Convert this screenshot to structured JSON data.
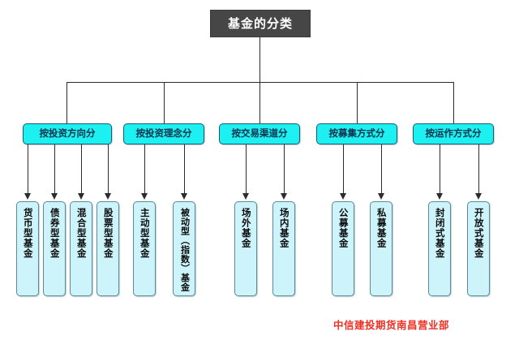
{
  "diagram": {
    "root": {
      "label": "基金的分类"
    },
    "groups": [
      {
        "label": "按投资方向分",
        "leaves": [
          {
            "label": "货币型基金"
          },
          {
            "label": "债券型基金"
          },
          {
            "label": "混合型基金"
          },
          {
            "label": "股票型基金"
          }
        ]
      },
      {
        "label": "按投资理念分",
        "leaves": [
          {
            "label": "主动型基金"
          },
          {
            "label": "被动型（指数）基金"
          }
        ]
      },
      {
        "label": "按交易渠道分",
        "leaves": [
          {
            "label": "场外基金"
          },
          {
            "label": "场内基金"
          }
        ]
      },
      {
        "label": "按募集方式分",
        "leaves": [
          {
            "label": "公募基金"
          },
          {
            "label": "私募基金"
          }
        ]
      },
      {
        "label": "按运作方式分",
        "leaves": [
          {
            "label": "封闭式基金"
          },
          {
            "label": "开放式基金"
          }
        ]
      }
    ],
    "footer": {
      "text": "中信建投期货南昌营业部"
    },
    "colors": {
      "root_fill": "#464646",
      "root_text": "#ffffff",
      "level2_fill": "#1df0f0",
      "level2_text": "#10314d",
      "leaf_fill": "#cdf4fb",
      "leaf_text": "#0b0b0b",
      "connector": "#2b2b2b",
      "footer_text": "#ee3124",
      "background": "#ffffff"
    }
  }
}
